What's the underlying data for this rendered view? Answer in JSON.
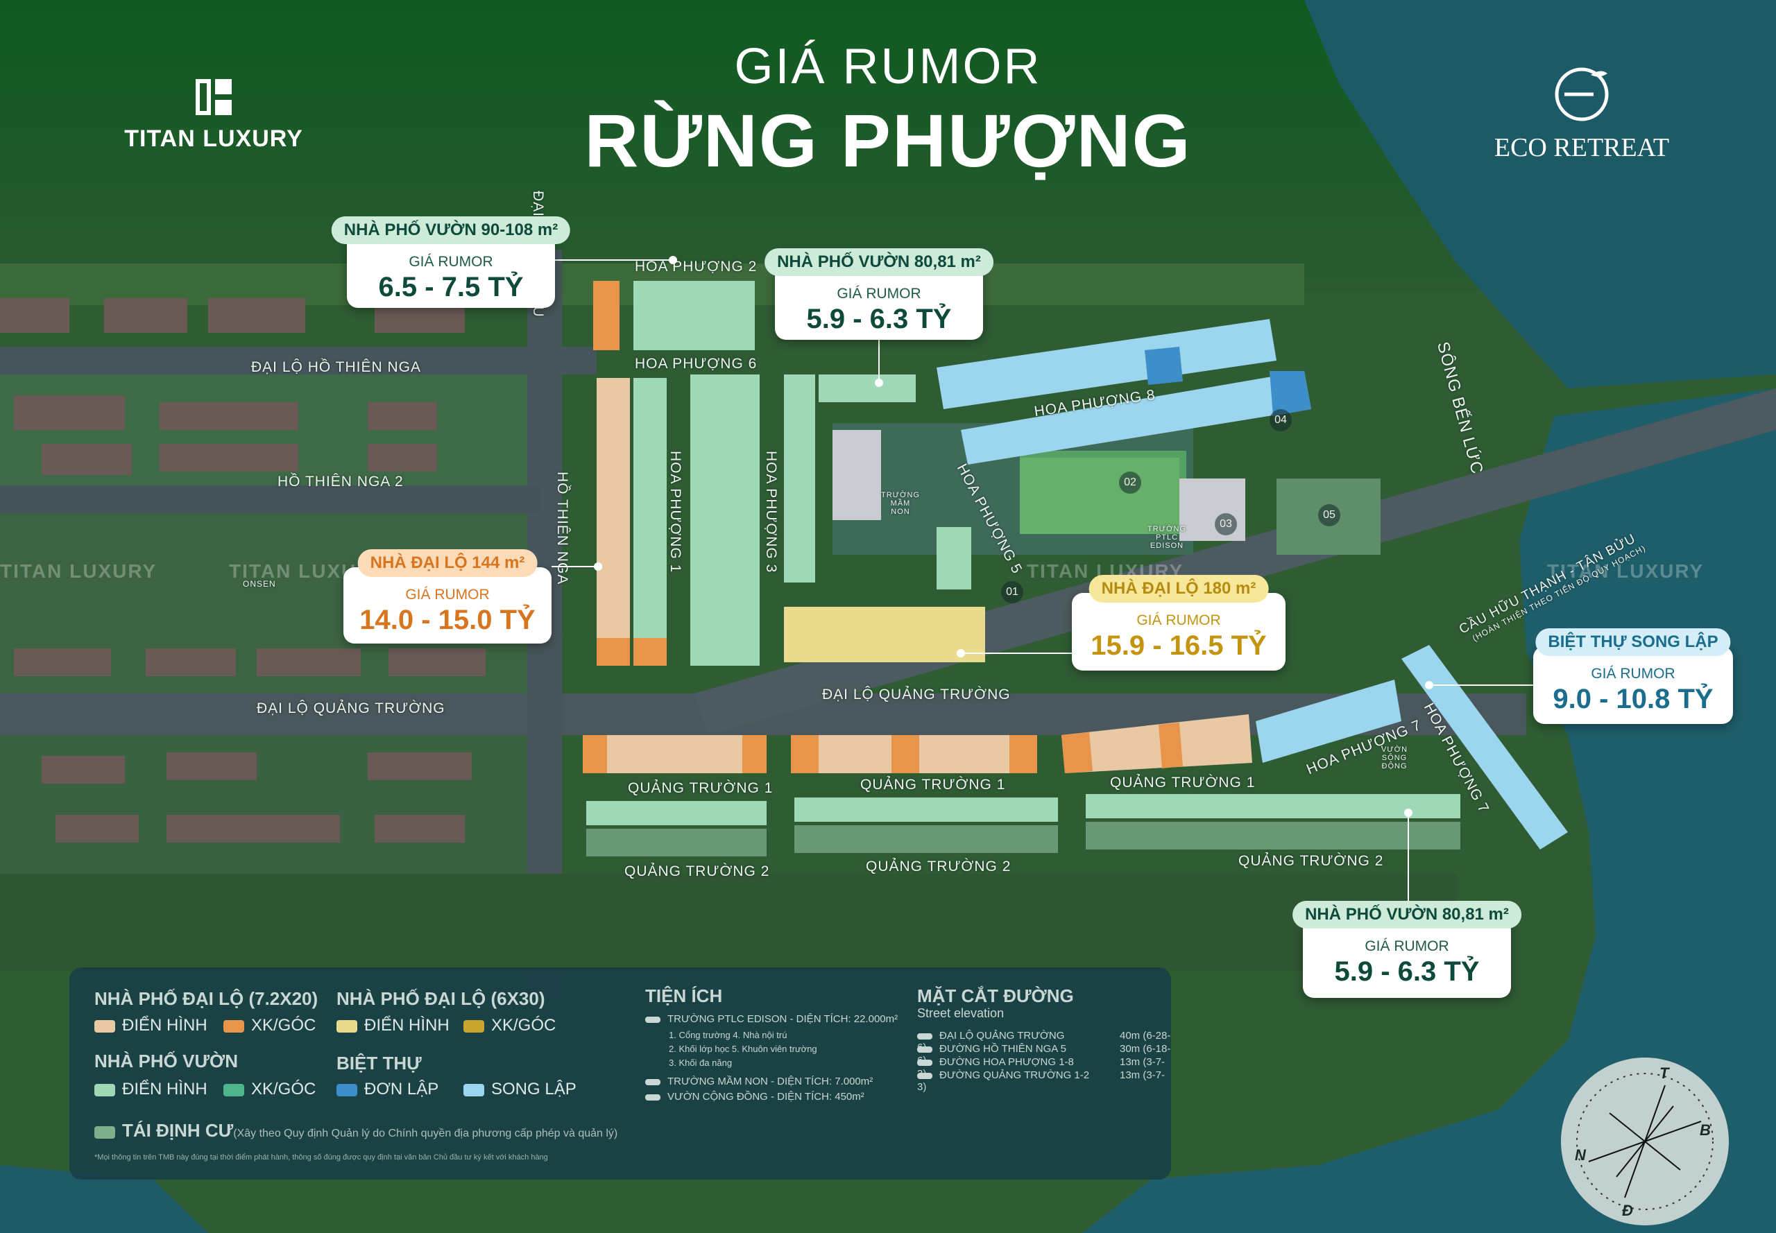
{
  "header": {
    "subtitle": "GIÁ RUMOR",
    "title": "RỪNG PHƯỢNG",
    "brand_left": "TITAN LUXURY",
    "brand_right": "ECO RETREAT"
  },
  "callouts": [
    {
      "tag": "NHÀ PHỐ VƯỜN 90-108 m²",
      "sub": "GIÁ RUMOR",
      "price": "6.5 - 7.5 TỶ",
      "style": "green"
    },
    {
      "tag": "NHÀ PHỐ VƯỜN 80,81 m²",
      "sub": "GIÁ RUMOR",
      "price": "5.9 - 6.3 TỶ",
      "style": "green"
    },
    {
      "tag": "NHÀ ĐẠI LỘ 144 m²",
      "sub": "GIÁ RUMOR",
      "price": "14.0 - 15.0 TỶ",
      "style": "orange"
    },
    {
      "tag": "NHÀ ĐẠI LỘ 180 m²",
      "sub": "GIÁ RUMOR",
      "price": "15.9 - 16.5 TỶ",
      "style": "yellow"
    },
    {
      "tag": "BIỆT THỰ SONG LẬP",
      "sub": "GIÁ RUMOR",
      "price": "9.0 - 10.8 TỶ",
      "style": "blue"
    },
    {
      "tag": "NHÀ PHỐ VƯỜN 80,81 m²",
      "sub": "GIÁ RUMOR",
      "price": "5.9 - 6.3 TỶ",
      "style": "green"
    }
  ],
  "streets": {
    "dai_lo_mua_thu": "ĐẠI LỘ MÙA THU",
    "hoa_phuong_2": "HOA PHƯỢNG 2",
    "hoa_phuong_6": "HOA PHƯỢNG 6",
    "dai_lo_ho_thien_nga": "ĐẠI LỘ HỒ THIÊN NGA",
    "ho_thien_nga_2": "HỒ THIÊN NGA 2",
    "ho_thien_nga": "HỒ THIÊN NGA",
    "hoa_phuong_1": "HOA PHƯỢNG 1",
    "hoa_phuong_3": "HOA PHƯỢNG 3",
    "hoa_phuong_5": "HOA PHƯỢNG 5",
    "hoa_phuong_8": "HOA PHƯỢNG 8",
    "hoa_phuong_7": "HOA PHƯỢNG 7",
    "hoa_phuong_7b": "HOA PHƯỢNG 7",
    "song_ben_luc": "SÔNG BẾN LỨC",
    "cau": "CẦU HỮU THẠNH - TÂN BỬU",
    "cau_note": "(HOÀN THIỆN THEO TIẾN ĐỘ QUY HOẠCH)",
    "dai_lo_quang_truong_left": "ĐẠI LỘ QUẢNG TRƯỜNG",
    "dai_lo_quang_truong_mid": "ĐẠI LỘ QUẢNG TRƯỜNG",
    "quang_truong_1a": "QUẢNG TRƯỜNG 1",
    "quang_truong_1b": "QUẢNG TRƯỜNG 1",
    "quang_truong_1c": "QUẢNG TRƯỜNG 1",
    "quang_truong_2a": "QUẢNG TRƯỜNG 2",
    "quang_truong_2b": "QUẢNG TRƯỜNG 2",
    "quang_truong_2c": "QUẢNG TRƯỜNG 2",
    "truong_mam_non": "TRƯỜNG MẦM NON",
    "truong_ptlc": "TRƯỜNG PTLC EDISON",
    "onsen": "ONSEN",
    "vuon_song_dong": "VƯỜN SÔNG ĐỘNG"
  },
  "markers": [
    "01",
    "02",
    "03",
    "04",
    "05"
  ],
  "watermark": "TITAN LUXURY",
  "legend": {
    "pho_dai_lo_72": "NHÀ PHỐ ĐẠI LỘ (7.2X20)",
    "pho_dai_lo_6": "NHÀ PHỐ ĐẠI LỘ (6X30)",
    "dien_hinh": "ĐIỂN HÌNH",
    "xk_goc": "XK/GÓC",
    "nha_pho_vuon": "NHÀ PHỐ VƯỜN",
    "biet_thu": "BIỆT THỰ",
    "don_lap": "ĐƠN LẬP",
    "song_lap": "SONG LẬP",
    "tai_dinh_cu": "TÁI ĐỊNH CƯ",
    "tai_dinh_cu_note": "(Xây theo Quy định Quản lý do Chính quyền địa phương cấp phép và quản lý)",
    "footnote": "*Mọi thông tin trên TMB này đúng tại thời điểm phát hành, thông số đúng được quy định tại văn bản Chủ đầu tư ký kết với khách hàng",
    "tien_ich": "TIỆN ÍCH",
    "tien_ich_items": [
      "TRƯỜNG PTLC EDISON - DIỆN TÍCH: 22.000m²",
      "1. Cổng trường   4. Nhà nội trú",
      "2. Khối lớp học   5. Khuôn viên trường",
      "3. Khối đa năng",
      "TRƯỜNG MẦM NON - DIỆN TÍCH: 7.000m²",
      "VƯỜN CỘNG ĐỒNG - DIỆN TÍCH: 450m²"
    ],
    "mat_cat": "MẶT CẮT ĐƯỜNG",
    "street_elevation": "Street elevation",
    "mat_cat_items": [
      {
        "name": "ĐẠI LỘ QUẢNG TRƯỜNG",
        "value": "40m (6-28-6)"
      },
      {
        "name": "ĐƯỜNG HỒ THIÊN NGA 5",
        "value": "30m (6-18-6)"
      },
      {
        "name": "ĐƯỜNG HOA PHƯỢNG 1-8",
        "value": "13m (3-7-3)"
      },
      {
        "name": "ĐƯỜNG QUẢNG TRƯỜNG 1-2",
        "value": "13m (3-7-3)"
      }
    ]
  },
  "compass": {
    "n": "N",
    "t": "T",
    "b": "B",
    "d": "Đ"
  },
  "colors": {
    "dai_lo_72_dien_hinh": "#e8c9a4",
    "dai_lo_72_xk_goc": "#e8944a",
    "dai_lo_6_dien_hinh": "#e9dc8e",
    "dai_lo_6_xk_goc": "#c9a530",
    "vuon_dien_hinh": "#9fd9b8",
    "vuon_xk_goc": "#4fb58a",
    "don_lap": "#3e8fc9",
    "song_lap": "#9cd6ee",
    "tai_dinh_cu": "#7fb08e"
  }
}
